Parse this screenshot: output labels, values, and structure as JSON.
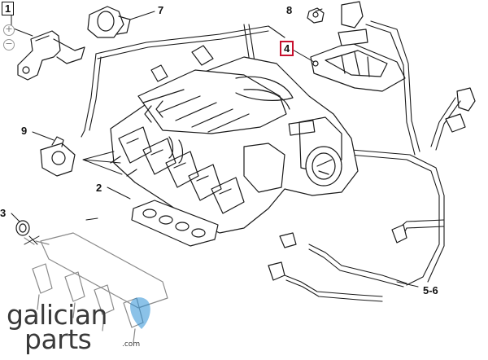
{
  "callouts": {
    "c1": "1",
    "c2": "2",
    "c3": "3",
    "c4": "4",
    "c56": "5-6",
    "c7": "7",
    "c8": "8",
    "c9": "9"
  },
  "zoom": {
    "in": "+",
    "out": "−"
  },
  "logo": {
    "line1": "galician",
    "line2": "parts",
    "suffix": ".com"
  },
  "colors": {
    "highlight": "#c8102e",
    "ink": "#1a1a1a",
    "logo_blue": "#2b8fd6"
  },
  "icons": [
    "zoom-in-icon",
    "zoom-out-icon",
    "map-pin-icon"
  ]
}
